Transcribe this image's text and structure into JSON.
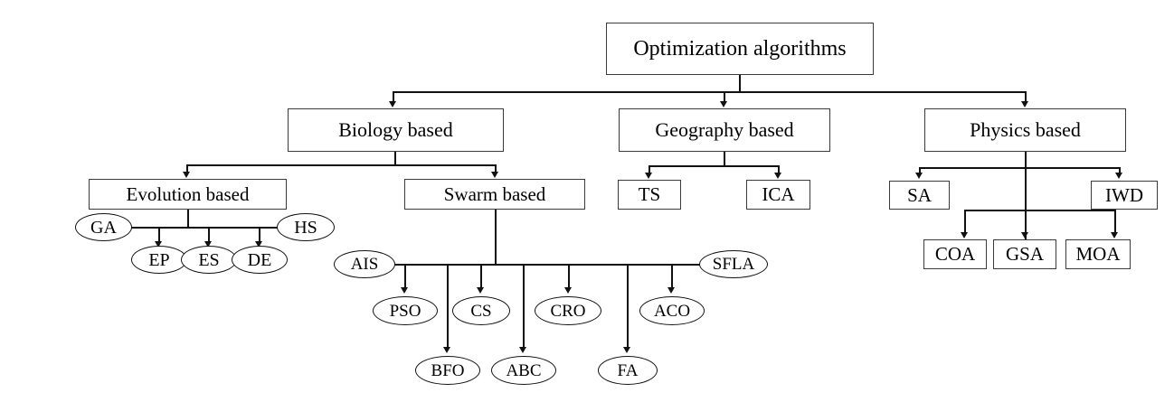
{
  "diagram": {
    "title_text": "Optimization algorithms",
    "type": "tree-hierarchy",
    "root": {
      "label": "Optimization algorithms",
      "shape": "rect"
    },
    "level2": [
      {
        "label": "Biology based",
        "shape": "rect"
      },
      {
        "label": "Geography based",
        "shape": "rect"
      },
      {
        "label": "Physics based",
        "shape": "rect"
      }
    ],
    "level3": [
      {
        "label": "Evolution based",
        "shape": "rect",
        "parent": "Biology based"
      },
      {
        "label": "Swarm based",
        "shape": "rect",
        "parent": "Biology based"
      },
      {
        "label": "TS",
        "shape": "rect",
        "parent": "Geography based"
      },
      {
        "label": "ICA",
        "shape": "rect",
        "parent": "Geography based"
      },
      {
        "label": "SA",
        "shape": "rect",
        "parent": "Physics based"
      },
      {
        "label": "IWD",
        "shape": "rect",
        "parent": "Physics based"
      },
      {
        "label": "COA",
        "shape": "rect",
        "parent": "Physics based"
      },
      {
        "label": "GSA",
        "shape": "rect",
        "parent": "Physics based"
      },
      {
        "label": "MOA",
        "shape": "rect",
        "parent": "Physics based"
      }
    ],
    "evolution_children": [
      {
        "label": "GA",
        "shape": "ellipse"
      },
      {
        "label": "EP",
        "shape": "ellipse"
      },
      {
        "label": "ES",
        "shape": "ellipse"
      },
      {
        "label": "DE",
        "shape": "ellipse"
      },
      {
        "label": "HS",
        "shape": "ellipse"
      }
    ],
    "swarm_children": [
      {
        "label": "AIS",
        "shape": "ellipse"
      },
      {
        "label": "PSO",
        "shape": "ellipse"
      },
      {
        "label": "BFO",
        "shape": "ellipse"
      },
      {
        "label": "CS",
        "shape": "ellipse"
      },
      {
        "label": "ABC",
        "shape": "ellipse"
      },
      {
        "label": "CRO",
        "shape": "ellipse"
      },
      {
        "label": "FA",
        "shape": "ellipse"
      },
      {
        "label": "ACO",
        "shape": "ellipse"
      },
      {
        "label": "SFLA",
        "shape": "ellipse"
      }
    ],
    "colors": {
      "line": "#111111",
      "box_border": "#3a3a3a",
      "background": "#ffffff",
      "text": "#000000"
    }
  }
}
